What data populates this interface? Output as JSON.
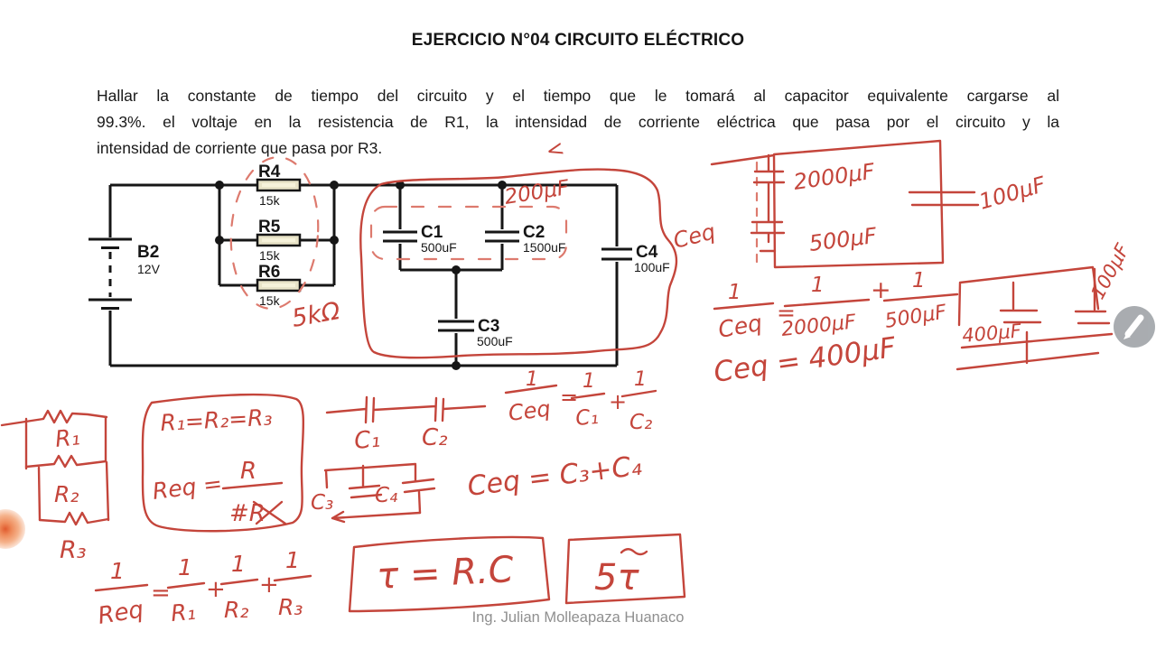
{
  "colors": {
    "handwriting_red": "#c4453b",
    "handwriting_red_light": "#dd7a6e",
    "circuit_ink": "#161616",
    "footer_gray": "#8f8f8f",
    "resistor_fill": "#e9e4c8",
    "laser_orange": "#e05a2e",
    "pencil_button_gray": "#a2a6aa"
  },
  "header": {
    "title": "EJERCICIO N°04 CIRCUITO ELÉCTRICO"
  },
  "problem": {
    "lines": [
      "Hallar la constante de tiempo del circuito y el tiempo que le tomará al capacitor equivalente cargarse al",
      "99.3%. el voltaje en la resistencia de R1, la intensidad de corriente eléctrica que pasa por el circuito y la",
      "intensidad de corriente que pasa por R3."
    ]
  },
  "footer": {
    "credit": "Ing. Julian Molleapaza Huanaco"
  },
  "circuit": {
    "battery": {
      "name": "B2",
      "voltage": "12V"
    },
    "resistors": [
      {
        "name": "R4",
        "value": "15k"
      },
      {
        "name": "R5",
        "value": "15k"
      },
      {
        "name": "R6",
        "value": "15k"
      }
    ],
    "capacitors": [
      {
        "name": "C1",
        "value": "500uF"
      },
      {
        "name": "C2",
        "value": "1500uF"
      },
      {
        "name": "C3",
        "value": "500uF"
      },
      {
        "name": "C4",
        "value": "100uF"
      }
    ]
  },
  "handwriting": {
    "req_group": "5kΩ",
    "cap_group": "200µF",
    "arrow": "<",
    "sketch_top": {
      "ceq": "Ceq",
      "cap1": "2000µF",
      "cap2": "500µF",
      "cap_right": "100µF"
    },
    "formula_top": {
      "n1": "1",
      "d1": "Ceq",
      "eq": "=",
      "n2": "1",
      "d2": "2000µF",
      "plus": "+",
      "n3": "1",
      "d3": "500µF"
    },
    "result_top": "Ceq = 400µF",
    "sketch_right": {
      "cap1": "400µF",
      "cap2": "100µF"
    },
    "r_parallel": {
      "r1": "R₁",
      "r2": "R₂",
      "r3": "R₃"
    },
    "req_box": {
      "line1": "R₁=R₂=R₃",
      "lhs": "Req =",
      "num": "R",
      "den": "#R"
    },
    "formula_req": {
      "n": "1",
      "d": "Req",
      "eq": "=",
      "n1": "1",
      "d1": "R₁",
      "p1": "+",
      "n2": "1",
      "d2": "R₂",
      "p2": "+",
      "n3": "1",
      "d3": "R₃"
    },
    "c_series": {
      "c1": "C₁",
      "c2": "C₂"
    },
    "formula_cs": {
      "n": "1",
      "d": "Ceq",
      "eq": "=",
      "n1": "1",
      "d1": "C₁",
      "plus": "+",
      "n2": "1",
      "d2": "C₂"
    },
    "c_par": {
      "c3": "C₃",
      "c4": "C₄"
    },
    "formula_cp": "Ceq = C₃+C₄",
    "tau": "τ = R.C",
    "five_tau": "5τ"
  }
}
